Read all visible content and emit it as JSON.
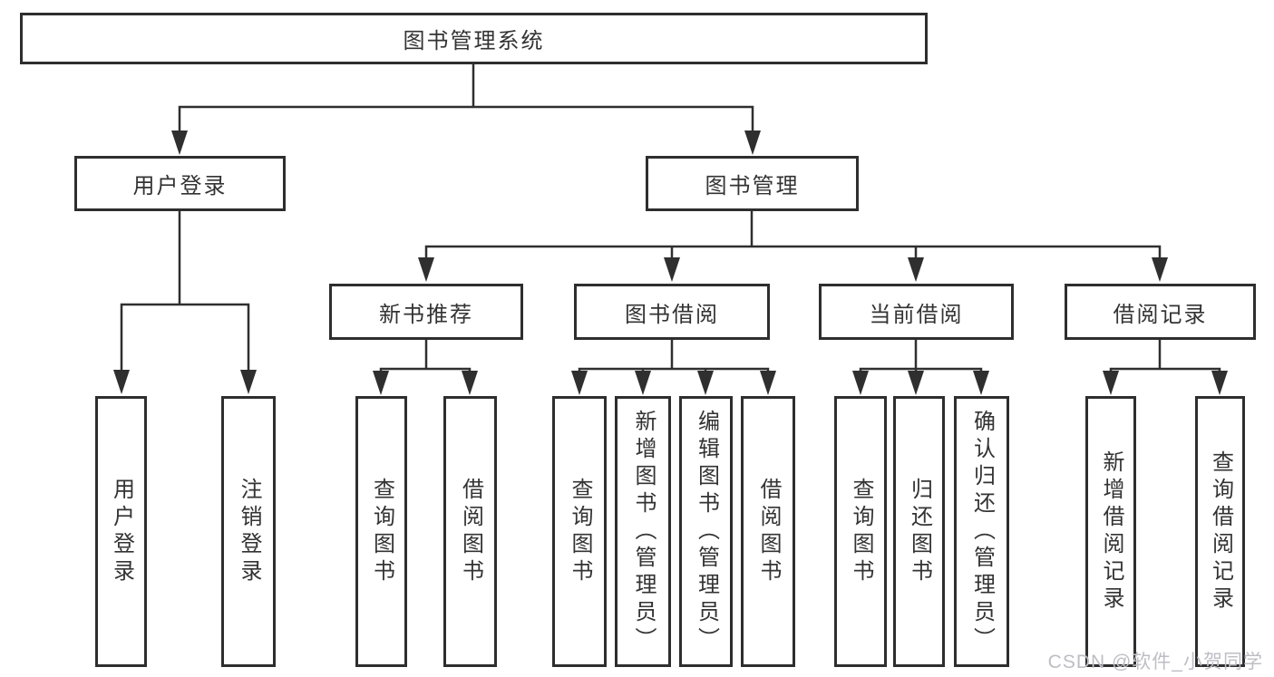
{
  "tree": {
    "root": "图书管理系统",
    "user": {
      "label": "用户登录",
      "children": [
        "用户登录",
        "注销登录"
      ]
    },
    "mgmt": {
      "label": "图书管理",
      "sections": [
        {
          "label": "新书推荐",
          "children": [
            "查询图书",
            "借阅图书"
          ]
        },
        {
          "label": "图书借阅",
          "children": [
            "查询图书",
            "新增图书（管理员）",
            "编辑图书（管理员）",
            "借阅图书"
          ]
        },
        {
          "label": "当前借阅",
          "children": [
            "查询图书",
            "归还图书",
            "确认归还（管理员）"
          ]
        },
        {
          "label": "借阅记录",
          "children": [
            "新增借阅记录",
            "查询借阅记录"
          ]
        }
      ]
    }
  },
  "watermark": "CSDN @软件_小贺同学",
  "colors": {
    "background": "#ffffff",
    "line": "#2f2f2f",
    "box_border": "#2e2e2e",
    "text": "#333333",
    "watermark": "#bfbdc4"
  }
}
